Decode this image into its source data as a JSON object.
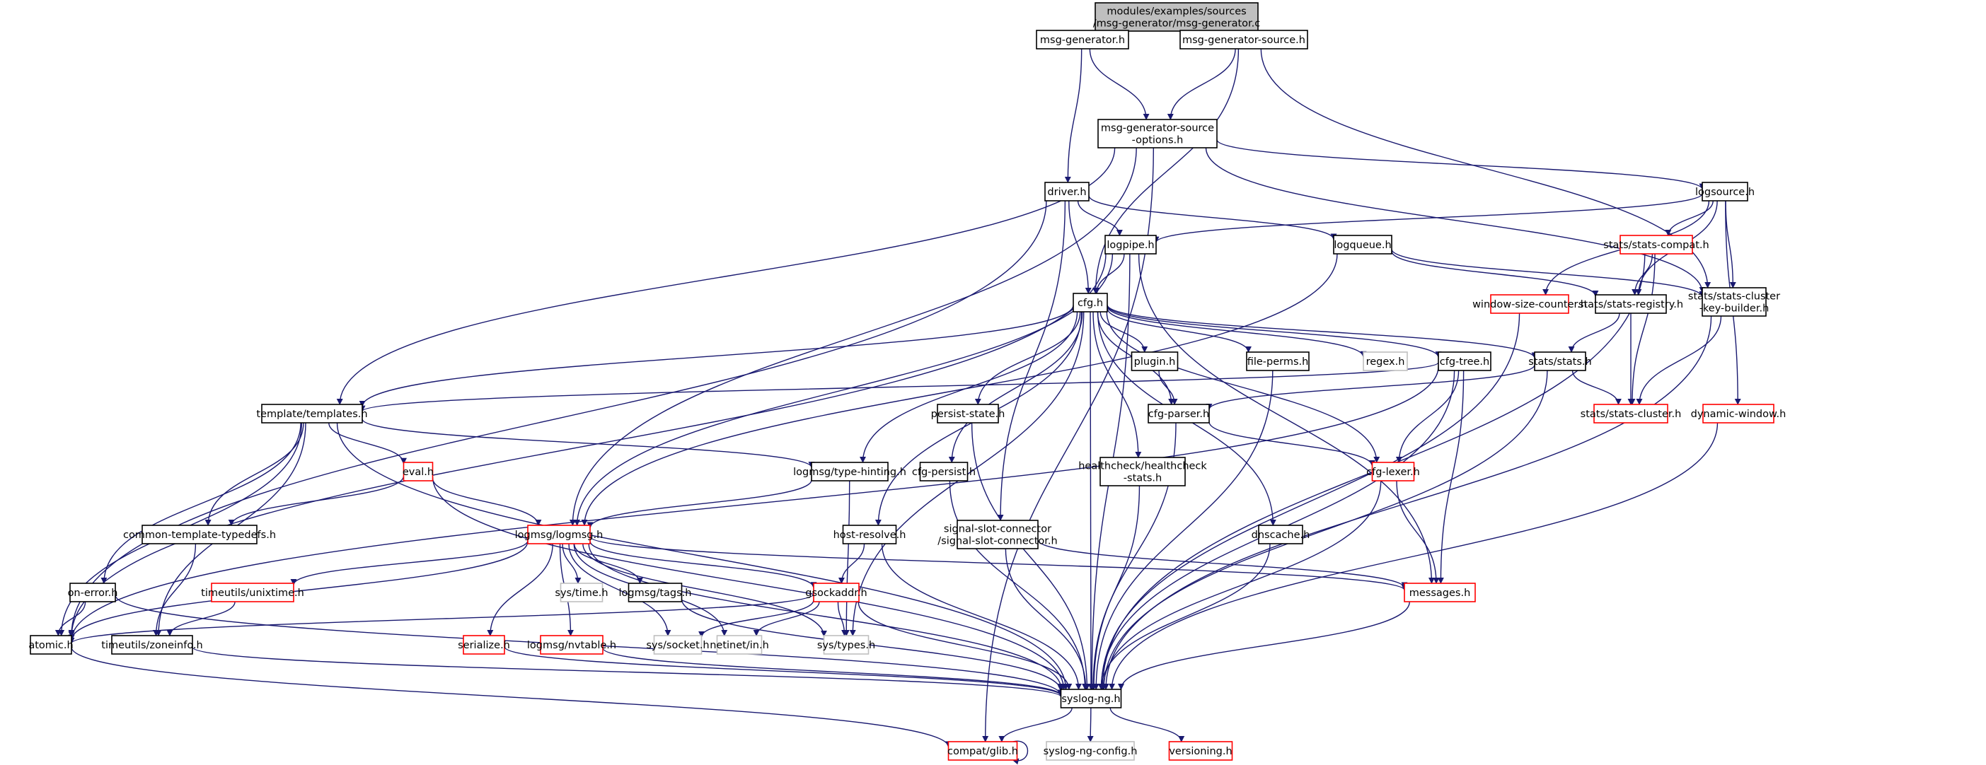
{
  "title": "Include dependency graph for modules/examples/sources/msg-generator/msg-generator.c",
  "colors": {
    "edge": "#191970",
    "border_documented": "#000000",
    "border_truncated": "#ff0000",
    "border_external": "#bfbfbf",
    "root_fill": "#bfbfbf",
    "node_fill": "#ffffff"
  },
  "nodes": [
    {
      "id": "root",
      "lines": [
        "modules/examples/sources",
        "/msg-generator/msg-generator.c"
      ],
      "kind": "root"
    },
    {
      "id": "msg_generator_h",
      "lines": [
        "msg-generator.h"
      ],
      "kind": "normal"
    },
    {
      "id": "msg_generator_source_h",
      "lines": [
        "msg-generator-source.h"
      ],
      "kind": "normal"
    },
    {
      "id": "msg_generator_source_options_h",
      "lines": [
        "msg-generator-source",
        "-options.h"
      ],
      "kind": "normal"
    },
    {
      "id": "driver_h",
      "lines": [
        "driver.h"
      ],
      "kind": "normal"
    },
    {
      "id": "logsource_h",
      "lines": [
        "logsource.h"
      ],
      "kind": "normal"
    },
    {
      "id": "logpipe_h",
      "lines": [
        "logpipe.h"
      ],
      "kind": "normal"
    },
    {
      "id": "logqueue_h",
      "lines": [
        "logqueue.h"
      ],
      "kind": "normal"
    },
    {
      "id": "stats_compat_h",
      "lines": [
        "stats/stats-compat.h"
      ],
      "kind": "truncated"
    },
    {
      "id": "cfg_h",
      "lines": [
        "cfg.h"
      ],
      "kind": "normal"
    },
    {
      "id": "window_size_counter_h",
      "lines": [
        "window-size-counter.h"
      ],
      "kind": "truncated"
    },
    {
      "id": "stats_registry_h",
      "lines": [
        "stats/stats-registry.h"
      ],
      "kind": "normal"
    },
    {
      "id": "stats_cluster_key_builder_h",
      "lines": [
        "stats/stats-cluster",
        "-key-builder.h"
      ],
      "kind": "normal"
    },
    {
      "id": "plugin_h",
      "lines": [
        "plugin.h"
      ],
      "kind": "normal"
    },
    {
      "id": "file_perms_h",
      "lines": [
        "file-perms.h"
      ],
      "kind": "normal"
    },
    {
      "id": "regex_h",
      "lines": [
        "regex.h"
      ],
      "kind": "external"
    },
    {
      "id": "cfg_tree_h",
      "lines": [
        "cfg-tree.h"
      ],
      "kind": "normal"
    },
    {
      "id": "stats_h",
      "lines": [
        "stats/stats.h"
      ],
      "kind": "normal"
    },
    {
      "id": "template_templates_h",
      "lines": [
        "template/templates.h"
      ],
      "kind": "normal"
    },
    {
      "id": "persist_state_h",
      "lines": [
        "persist-state.h"
      ],
      "kind": "normal"
    },
    {
      "id": "cfg_parser_h",
      "lines": [
        "cfg-parser.h"
      ],
      "kind": "normal"
    },
    {
      "id": "stats_cluster_h",
      "lines": [
        "stats/stats-cluster.h"
      ],
      "kind": "truncated"
    },
    {
      "id": "dynamic_window_h",
      "lines": [
        "dynamic-window.h"
      ],
      "kind": "truncated"
    },
    {
      "id": "eval_h",
      "lines": [
        "eval.h"
      ],
      "kind": "truncated"
    },
    {
      "id": "type_hinting_h",
      "lines": [
        "logmsg/type-hinting.h"
      ],
      "kind": "normal"
    },
    {
      "id": "cfg_persist_h",
      "lines": [
        "cfg-persist.h"
      ],
      "kind": "normal"
    },
    {
      "id": "healthcheck_stats_h",
      "lines": [
        "healthcheck/healthcheck",
        "-stats.h"
      ],
      "kind": "normal"
    },
    {
      "id": "cfg_lexer_h",
      "lines": [
        "cfg-lexer.h"
      ],
      "kind": "truncated"
    },
    {
      "id": "common_template_typedefs_h",
      "lines": [
        "common-template-typedefs.h"
      ],
      "kind": "normal"
    },
    {
      "id": "logmsg_h",
      "lines": [
        "logmsg/logmsg.h"
      ],
      "kind": "truncated"
    },
    {
      "id": "host_resolve_h",
      "lines": [
        "host-resolve.h"
      ],
      "kind": "normal"
    },
    {
      "id": "signal_slot_connector_h",
      "lines": [
        "signal-slot-connector",
        "/signal-slot-connector.h"
      ],
      "kind": "normal"
    },
    {
      "id": "dnscache_h",
      "lines": [
        "dnscache.h"
      ],
      "kind": "normal"
    },
    {
      "id": "on_error_h",
      "lines": [
        "on-error.h"
      ],
      "kind": "normal"
    },
    {
      "id": "unixtime_h",
      "lines": [
        "timeutils/unixtime.h"
      ],
      "kind": "truncated"
    },
    {
      "id": "sys_time_h",
      "lines": [
        "sys/time.h"
      ],
      "kind": "external"
    },
    {
      "id": "tags_h",
      "lines": [
        "logmsg/tags.h"
      ],
      "kind": "normal"
    },
    {
      "id": "gsockaddr_h",
      "lines": [
        "gsockaddr.h"
      ],
      "kind": "truncated"
    },
    {
      "id": "messages_h",
      "lines": [
        "messages.h"
      ],
      "kind": "truncated"
    },
    {
      "id": "atomic_h",
      "lines": [
        "atomic.h"
      ],
      "kind": "normal"
    },
    {
      "id": "zoneinfo_h",
      "lines": [
        "timeutils/zoneinfo.h"
      ],
      "kind": "normal"
    },
    {
      "id": "serialize_h",
      "lines": [
        "serialize.h"
      ],
      "kind": "truncated"
    },
    {
      "id": "nvtable_h",
      "lines": [
        "logmsg/nvtable.h"
      ],
      "kind": "truncated"
    },
    {
      "id": "sys_socket_h",
      "lines": [
        "sys/socket.h"
      ],
      "kind": "external"
    },
    {
      "id": "netinet_in_h",
      "lines": [
        "netinet/in.h"
      ],
      "kind": "external"
    },
    {
      "id": "sys_types_h",
      "lines": [
        "sys/types.h"
      ],
      "kind": "external"
    },
    {
      "id": "syslog_ng_h",
      "lines": [
        "syslog-ng.h"
      ],
      "kind": "normal"
    },
    {
      "id": "compat_glib_h",
      "lines": [
        "compat/glib.h"
      ],
      "kind": "truncated"
    },
    {
      "id": "syslog_ng_config_h",
      "lines": [
        "syslog-ng-config.h"
      ],
      "kind": "external"
    },
    {
      "id": "versioning_h",
      "lines": [
        "versioning.h"
      ],
      "kind": "truncated"
    }
  ],
  "edges": [
    [
      "root",
      "msg_generator_h"
    ],
    [
      "root",
      "msg_generator_source_h"
    ],
    [
      "msg_generator_h",
      "msg_generator_source_options_h"
    ],
    [
      "msg_generator_h",
      "driver_h"
    ],
    [
      "msg_generator_source_h",
      "msg_generator_source_options_h"
    ],
    [
      "msg_generator_source_h",
      "cfg_h"
    ],
    [
      "msg_generator_source_h",
      "stats_cluster_key_builder_h"
    ],
    [
      "msg_generator_source_options_h",
      "logsource_h"
    ],
    [
      "msg_generator_source_options_h",
      "template_templates_h"
    ],
    [
      "msg_generator_source_options_h",
      "logmsg_h"
    ],
    [
      "msg_generator_source_options_h",
      "compat_glib_h"
    ],
    [
      "msg_generator_source_options_h",
      "stats_cluster_key_builder_h"
    ],
    [
      "driver_h",
      "logpipe_h"
    ],
    [
      "driver_h",
      "cfg_h"
    ],
    [
      "driver_h",
      "logqueue_h"
    ],
    [
      "driver_h",
      "atomic_h"
    ],
    [
      "driver_h",
      "signal_slot_connector_h"
    ],
    [
      "logsource_h",
      "logpipe_h"
    ],
    [
      "logsource_h",
      "stats_compat_h"
    ],
    [
      "logsource_h",
      "window_size_counter_h"
    ],
    [
      "logsource_h",
      "stats_registry_h"
    ],
    [
      "logsource_h",
      "stats_cluster_key_builder_h"
    ],
    [
      "logsource_h",
      "dynamic_window_h"
    ],
    [
      "logpipe_h",
      "cfg_h"
    ],
    [
      "logpipe_h",
      "logmsg_h"
    ],
    [
      "logpipe_h",
      "messages_h"
    ],
    [
      "logpipe_h",
      "syslog_ng_h"
    ],
    [
      "logpipe_h",
      "atomic_h"
    ],
    [
      "logqueue_h",
      "logmsg_h"
    ],
    [
      "logqueue_h",
      "stats_registry_h"
    ],
    [
      "logqueue_h",
      "stats_cluster_key_builder_h"
    ],
    [
      "stats_compat_h",
      "stats_registry_h"
    ],
    [
      "stats_compat_h",
      "stats_cluster_h"
    ],
    [
      "stats_compat_h",
      "syslog_ng_h"
    ],
    [
      "window_size_counter_h",
      "syslog_ng_h"
    ],
    [
      "stats_registry_h",
      "stats_h"
    ],
    [
      "stats_registry_h",
      "stats_cluster_h"
    ],
    [
      "stats_cluster_key_builder_h",
      "stats_cluster_h"
    ],
    [
      "stats_cluster_key_builder_h",
      "syslog_ng_h"
    ],
    [
      "cfg_h",
      "plugin_h"
    ],
    [
      "cfg_h",
      "file_perms_h"
    ],
    [
      "cfg_h",
      "regex_h"
    ],
    [
      "cfg_h",
      "cfg_tree_h"
    ],
    [
      "cfg_h",
      "stats_h"
    ],
    [
      "cfg_h",
      "template_templates_h"
    ],
    [
      "cfg_h",
      "type_hinting_h"
    ],
    [
      "cfg_h",
      "persist_state_h"
    ],
    [
      "cfg_h",
      "cfg_parser_h"
    ],
    [
      "cfg_h",
      "cfg_persist_h"
    ],
    [
      "cfg_h",
      "healthcheck_stats_h"
    ],
    [
      "cfg_h",
      "cfg_lexer_h"
    ],
    [
      "cfg_h",
      "host_resolve_h"
    ],
    [
      "cfg_h",
      "dnscache_h"
    ],
    [
      "cfg_h",
      "sys_types_h"
    ],
    [
      "cfg_h",
      "syslog_ng_h"
    ],
    [
      "plugin_h",
      "cfg_parser_h"
    ],
    [
      "file_perms_h",
      "syslog_ng_h"
    ],
    [
      "cfg_tree_h",
      "template_templates_h"
    ],
    [
      "cfg_tree_h",
      "cfg_lexer_h"
    ],
    [
      "cfg_tree_h",
      "messages_h"
    ],
    [
      "cfg_tree_h",
      "syslog_ng_h"
    ],
    [
      "cfg_tree_h",
      "atomic_h"
    ],
    [
      "stats_h",
      "cfg_parser_h"
    ],
    [
      "stats_h",
      "stats_cluster_h"
    ],
    [
      "stats_h",
      "syslog_ng_h"
    ],
    [
      "template_templates_h",
      "eval_h"
    ],
    [
      "template_templates_h",
      "type_hinting_h"
    ],
    [
      "template_templates_h",
      "common_template_typedefs_h"
    ],
    [
      "template_templates_h",
      "on_error_h"
    ],
    [
      "template_templates_h",
      "atomic_h"
    ],
    [
      "template_templates_h",
      "zoneinfo_h"
    ],
    [
      "template_templates_h",
      "syslog_ng_h"
    ],
    [
      "persist_state_h",
      "syslog_ng_h"
    ],
    [
      "cfg_parser_h",
      "cfg_lexer_h"
    ],
    [
      "cfg_parser_h",
      "syslog_ng_h"
    ],
    [
      "dynamic_window_h",
      "syslog_ng_h"
    ],
    [
      "eval_h",
      "logmsg_h"
    ],
    [
      "eval_h",
      "common_template_typedefs_h"
    ],
    [
      "eval_h",
      "syslog_ng_h"
    ],
    [
      "type_hinting_h",
      "logmsg_h"
    ],
    [
      "type_hinting_h",
      "sys_types_h"
    ],
    [
      "cfg_persist_h",
      "syslog_ng_h"
    ],
    [
      "healthcheck_stats_h",
      "syslog_ng_h"
    ],
    [
      "cfg_lexer_h",
      "messages_h"
    ],
    [
      "cfg_lexer_h",
      "syslog_ng_h"
    ],
    [
      "common_template_typedefs_h",
      "zoneinfo_h"
    ],
    [
      "logmsg_h",
      "sys_time_h"
    ],
    [
      "logmsg_h",
      "tags_h"
    ],
    [
      "logmsg_h",
      "gsockaddr_h"
    ],
    [
      "logmsg_h",
      "unixtime_h"
    ],
    [
      "logmsg_h",
      "serialize_h"
    ],
    [
      "logmsg_h",
      "nvtable_h"
    ],
    [
      "logmsg_h",
      "sys_socket_h"
    ],
    [
      "logmsg_h",
      "netinet_in_h"
    ],
    [
      "logmsg_h",
      "sys_types_h"
    ],
    [
      "logmsg_h",
      "messages_h"
    ],
    [
      "logmsg_h",
      "atomic_h"
    ],
    [
      "logmsg_h",
      "syslog_ng_h"
    ],
    [
      "host_resolve_h",
      "gsockaddr_h"
    ],
    [
      "host_resolve_h",
      "syslog_ng_h"
    ],
    [
      "signal_slot_connector_h",
      "messages_h"
    ],
    [
      "signal_slot_connector_h",
      "syslog_ng_h"
    ],
    [
      "dnscache_h",
      "syslog_ng_h"
    ],
    [
      "on_error_h",
      "atomic_h"
    ],
    [
      "on_error_h",
      "syslog_ng_h"
    ],
    [
      "unixtime_h",
      "zoneinfo_h"
    ],
    [
      "tags_h",
      "syslog_ng_h"
    ],
    [
      "gsockaddr_h",
      "sys_socket_h"
    ],
    [
      "gsockaddr_h",
      "netinet_in_h"
    ],
    [
      "gsockaddr_h",
      "sys_types_h"
    ],
    [
      "gsockaddr_h",
      "atomic_h"
    ],
    [
      "gsockaddr_h",
      "syslog_ng_h"
    ],
    [
      "messages_h",
      "syslog_ng_h"
    ],
    [
      "atomic_h",
      "compat_glib_h"
    ],
    [
      "zoneinfo_h",
      "syslog_ng_h"
    ],
    [
      "serialize_h",
      "syslog_ng_h"
    ],
    [
      "nvtable_h",
      "syslog_ng_h"
    ],
    [
      "syslog_ng_h",
      "compat_glib_h"
    ],
    [
      "syslog_ng_h",
      "syslog_ng_config_h"
    ],
    [
      "syslog_ng_h",
      "versioning_h"
    ],
    [
      "compat_glib_h",
      "compat_glib_h"
    ]
  ]
}
